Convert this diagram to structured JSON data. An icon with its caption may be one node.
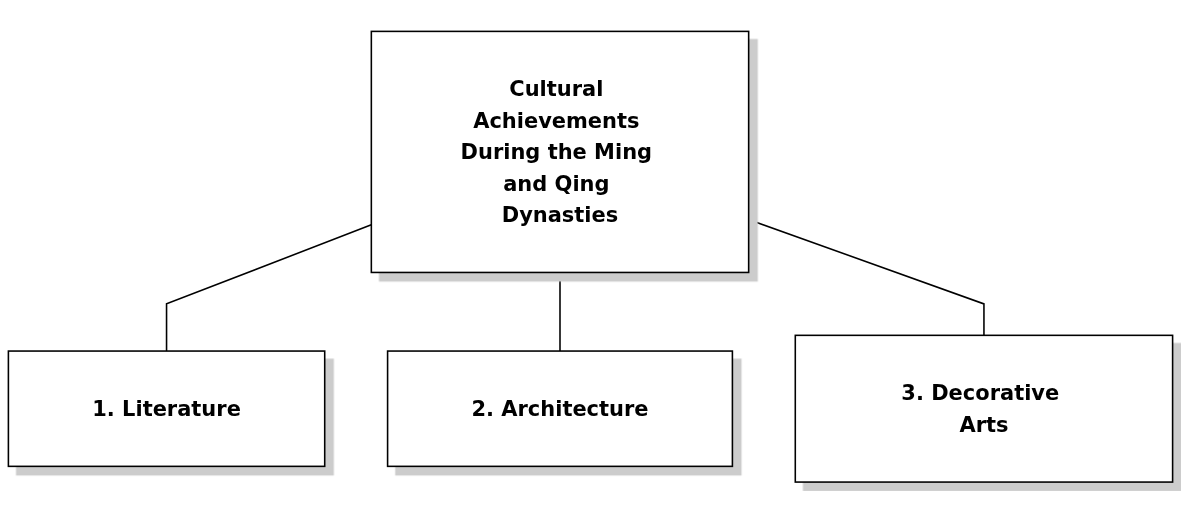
{
  "diagram": {
    "nodes": [
      {
        "text": [
          "Cultural Achievements During the Ming and Qing Dynasties"
        ]
      },
      {
        "text": [
          "1. Literature"
        ]
      },
      {
        "text": [
          "2. Architecture"
        ]
      },
      {
        "text": [
          "3. Decorative Arts"
        ]
      }
    ],
    "edges": [
      {
        "from": 0,
        "to": 1,
        "arrow": "none"
      },
      {
        "from": 0,
        "to": 2,
        "arrow": "none"
      },
      {
        "from": 0,
        "to": 3,
        "arrow": "none"
      }
    ]
  }
}
